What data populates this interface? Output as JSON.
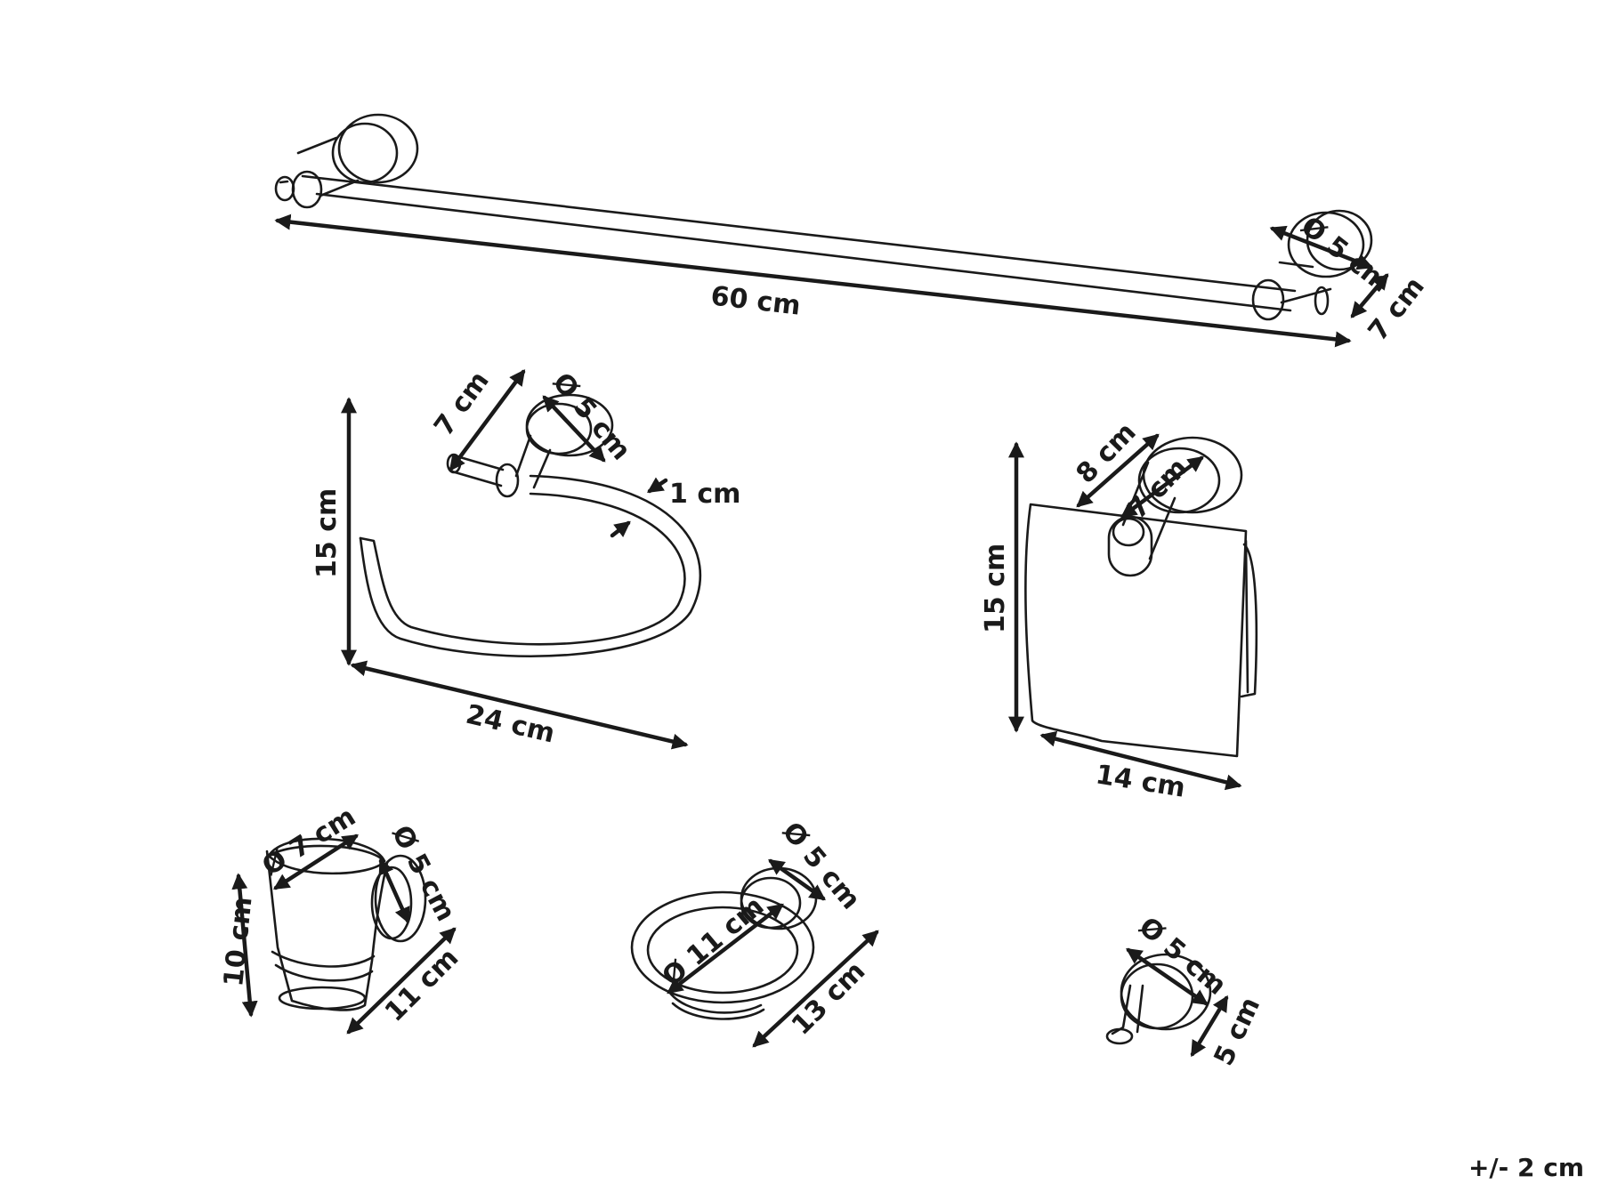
{
  "towel_bar": {
    "length": "60 cm",
    "base_diameter": "Ø 5 cm",
    "projection": "7 cm"
  },
  "towel_ring": {
    "height": "15 cm",
    "width": "24 cm",
    "projection": "7 cm",
    "base_diameter": "Ø 5 cm",
    "rod_thickness": "1 cm"
  },
  "paper_holder": {
    "height": "15 cm",
    "width": "14 cm",
    "depth": "8 cm",
    "projection": "7 cm"
  },
  "tumbler_holder": {
    "height": "10 cm",
    "cup_diameter": "Ø 7 cm",
    "base_diameter": "Ø 5 cm",
    "depth": "11 cm"
  },
  "soap_dish": {
    "dish_diameter": "Ø 11 cm",
    "base_diameter": "Ø 5 cm",
    "depth": "13 cm"
  },
  "robe_hook": {
    "base_diameter": "Ø 5 cm",
    "projection": "5 cm"
  },
  "tolerance": "+/- 2 cm"
}
